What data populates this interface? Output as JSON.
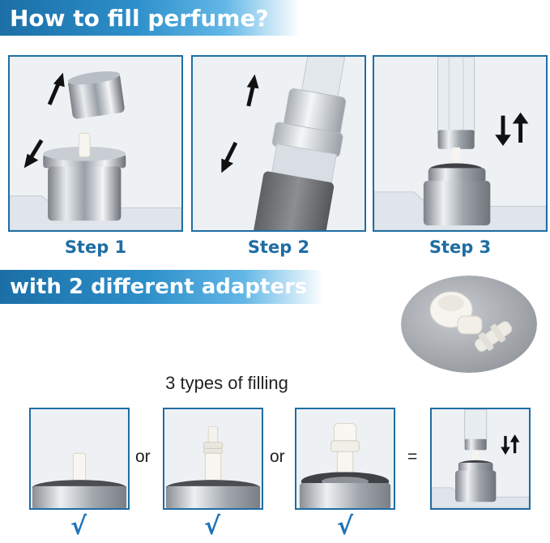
{
  "headings": {
    "main": "How to fill perfume?",
    "adapters": "with 2 different adapters"
  },
  "steps": [
    {
      "label": "Step 1"
    },
    {
      "label": "Step 2"
    },
    {
      "label": "Step 3"
    }
  ],
  "filling": {
    "title": "3 types of filling",
    "separator_or": "or",
    "equals": "=",
    "check_mark": "√"
  },
  "colors": {
    "banner_blue": "#2d8fca",
    "panel_border": "#1f6ea3",
    "step_text": "#1e6da3",
    "check_blue": "#1e73b8"
  }
}
